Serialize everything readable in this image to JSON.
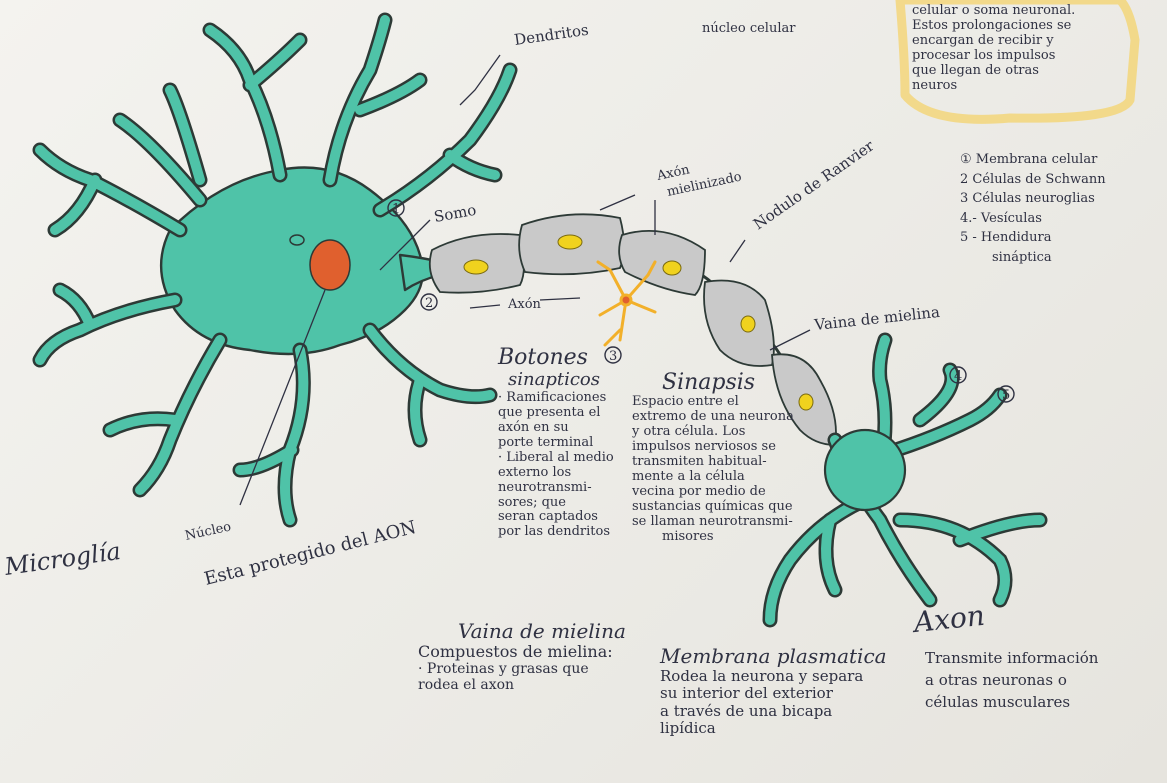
{
  "diagram": {
    "labels": {
      "dendritos": "Dendritos",
      "somo": "Somo",
      "axon_mielinizado_1": "Axón",
      "axon_mielinizado_2": "mielinizado",
      "nodulo_ranvier": "Nodulo de Ranvier",
      "axon_small": "Axón",
      "vaina_mielina": "Vaina de mielina",
      "nucleo": "Núcleo",
      "nucleo_note": "Esta protegido del AON",
      "microglia": "Microglía",
      "axon_title": "Axon",
      "num_1": "1",
      "num_2": "2",
      "num_3": "3",
      "num_4": "4",
      "num_5": "5"
    },
    "top_text": {
      "line1": "celular o soma neuronal.",
      "line2": "Estos prolongaciones se",
      "line3": "encargan de recibir y",
      "line4": "procesar los impulsos",
      "line5": "que llegan de otras",
      "line6": "neuros",
      "partial1": "núcleo celular"
    },
    "legend": [
      "① Membrana celular",
      "2  Células de Schwann",
      "3  Células neuroglias",
      "4.- Vesículas",
      "5 - Hendidura",
      "sináptica"
    ],
    "botones": {
      "title": "Botones",
      "title2": "sinapticos",
      "lines": [
        "· Ramificaciones",
        "que presenta el",
        "axón en su",
        "porte terminal",
        "· Liberal al medio",
        "externo los",
        "neurotransmi-",
        "sores; que",
        "seran captados",
        "por las dendritos"
      ]
    },
    "sinapsis": {
      "title": "Sinapsis",
      "lines": [
        "Espacio entre el",
        "extremo de una neurona",
        "y otra célula. Los",
        "impulsos nerviosos se",
        "transmiten habitual-",
        "mente a la célula",
        "vecina por medio de",
        "sustancias químicas que",
        "se llaman neurotransmi-",
        "misores"
      ]
    },
    "vaina_block": {
      "title": "Vaina de mielina",
      "lines": [
        "Compuestos de mielina:",
        "· Proteinas y grasas que",
        "rodea el axon"
      ]
    },
    "membrana_block": {
      "title": "Membrana plasmatica",
      "lines": [
        "Rodea la neurona y separa",
        "su interior del exterior",
        "a través de una bicapa",
        "lipídica"
      ]
    },
    "axon_block": {
      "lines": [
        "Transmite información",
        "a otras neuronas o",
        "células musculares"
      ]
    },
    "colors": {
      "cell": "#4fc3a8",
      "cell_outline": "#2d3a36",
      "nucleus": "#e0602e",
      "myelin": "#c9c9c9",
      "node": "#f0d21e",
      "highlight": "#f3d67a",
      "glia": "#f2b02a"
    }
  }
}
